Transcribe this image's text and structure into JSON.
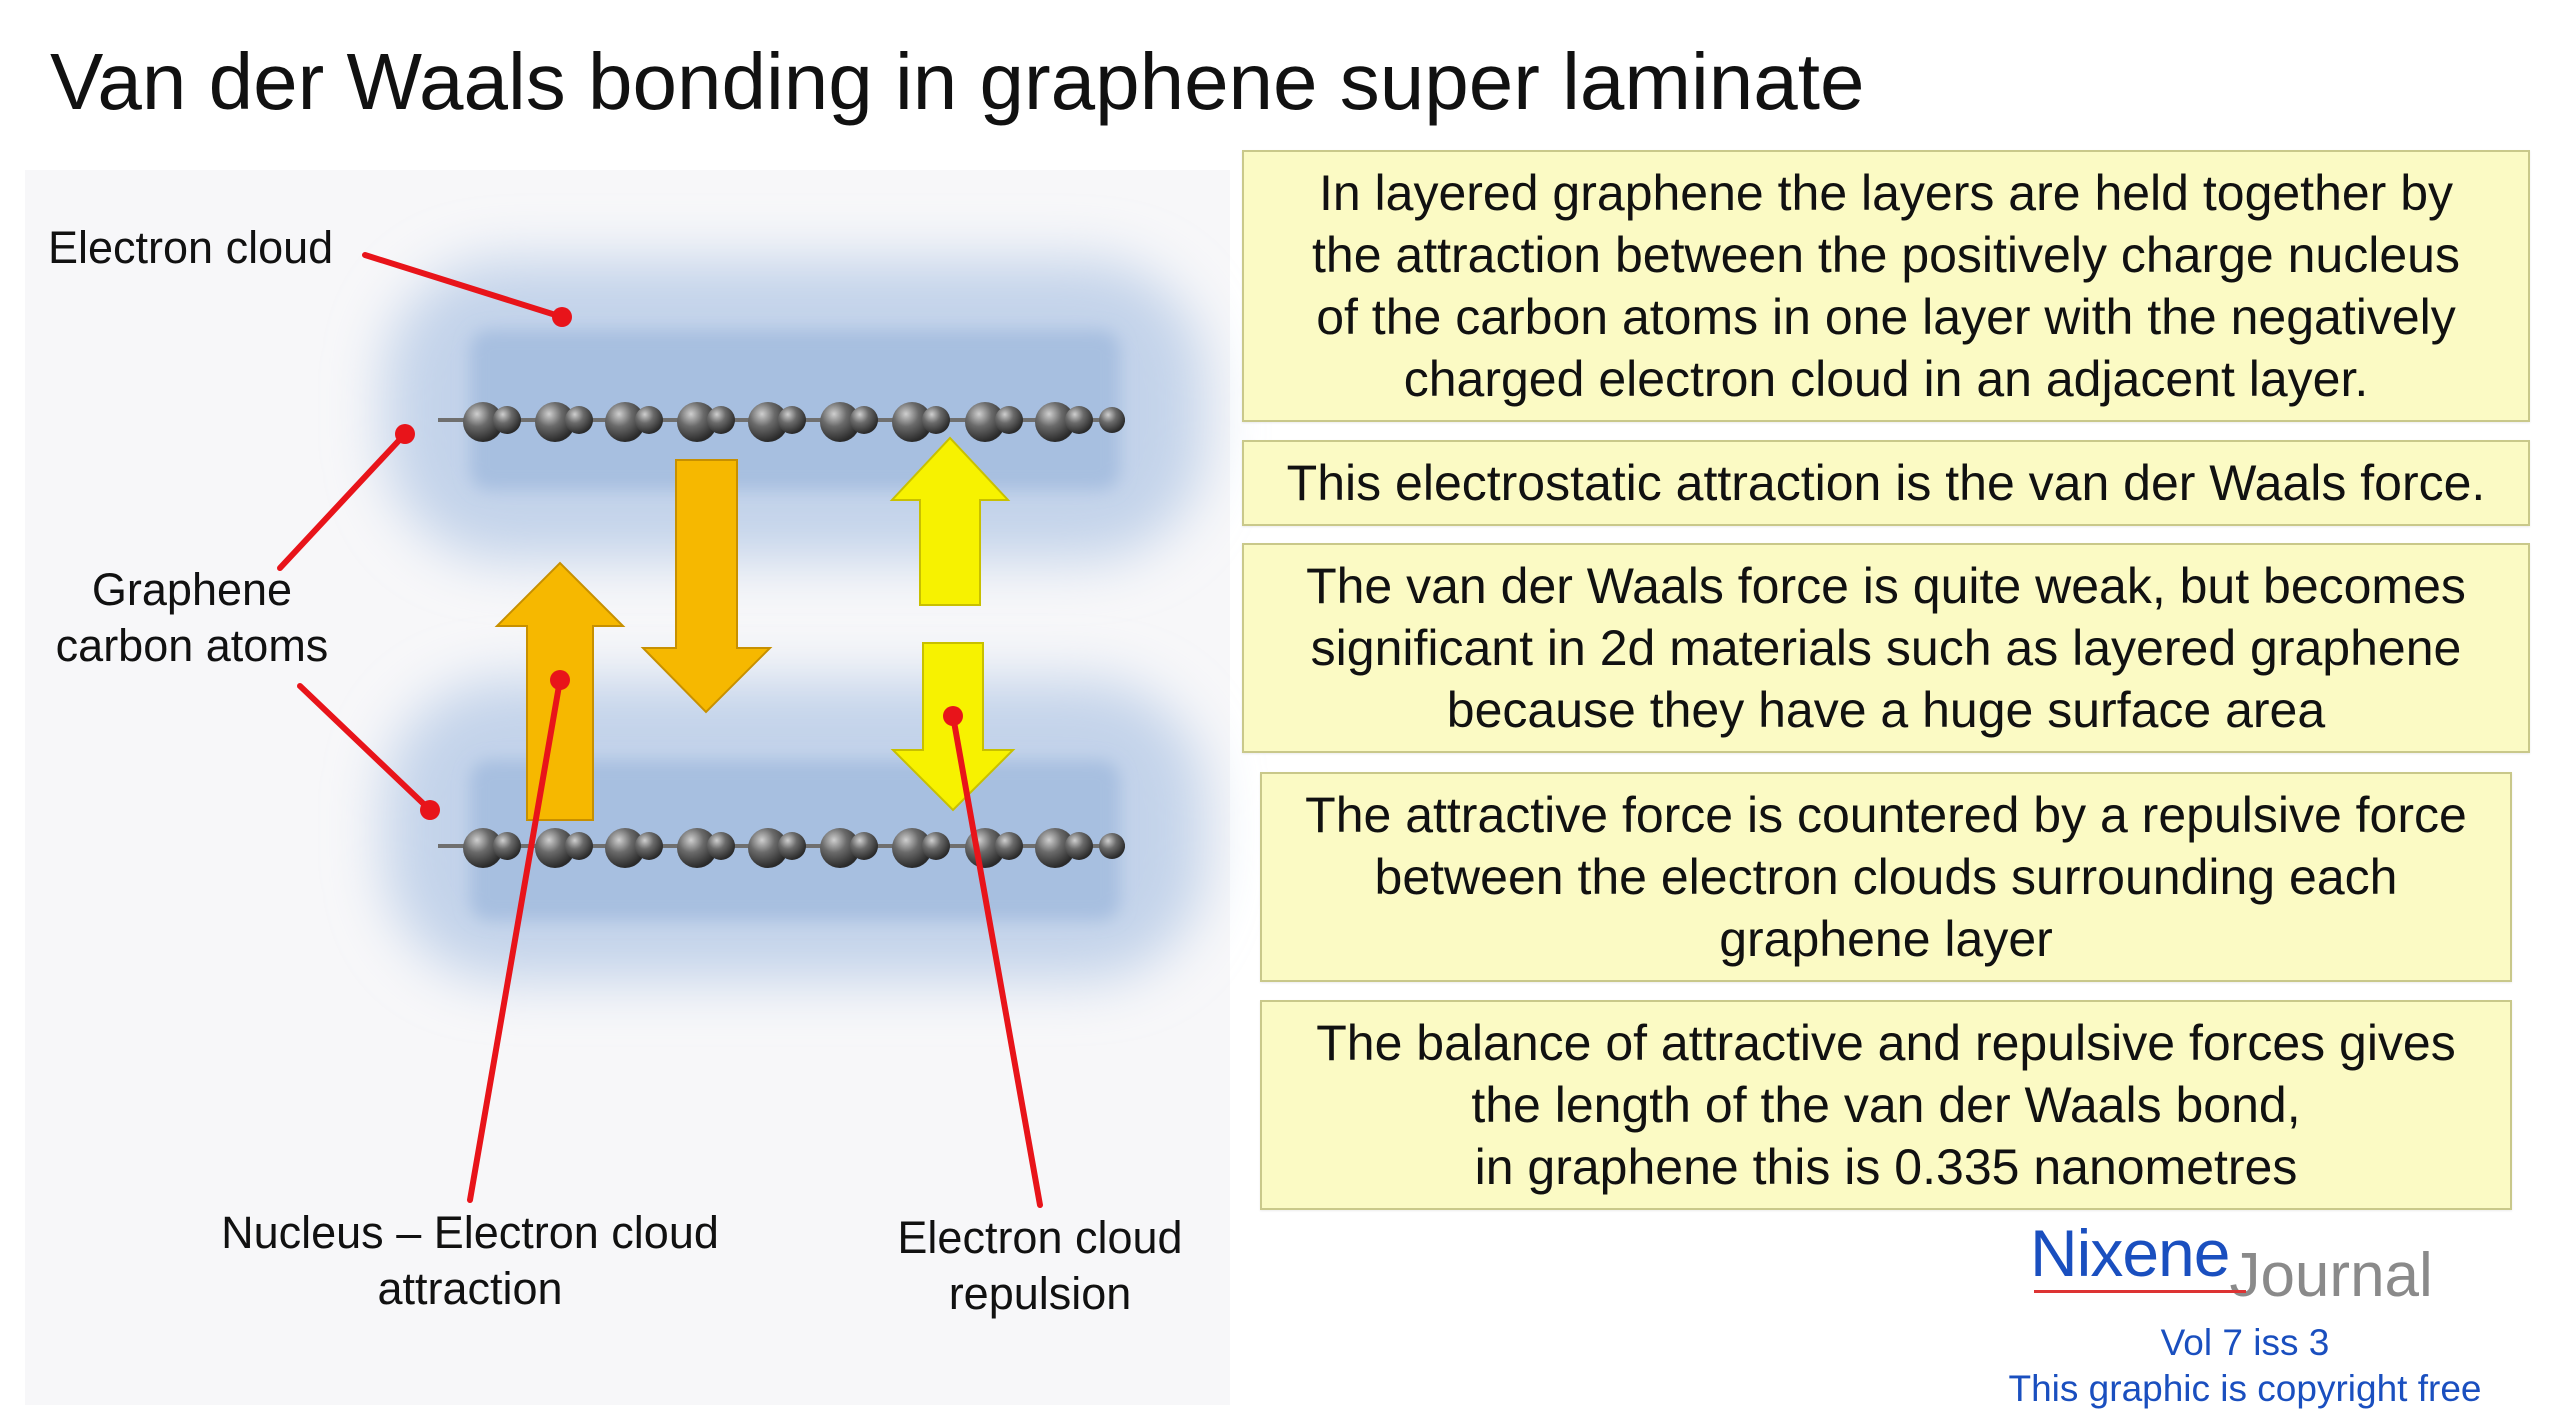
{
  "title": "Van der Waals bonding in graphene super laminate",
  "labels": {
    "electron_cloud": "Electron cloud",
    "graphene_line1": "Graphene",
    "graphene_line2": "carbon atoms",
    "nucleus_line1": "Nucleus – Electron cloud",
    "nucleus_line2": "attraction",
    "repulsion_line1": "Electron cloud",
    "repulsion_line2": "repulsion"
  },
  "boxes": [
    {
      "lines": [
        "In layered graphene the layers are held together by",
        "the attraction between the positively charge nucleus",
        "of the carbon atoms in one layer with the negatively",
        "charged electron cloud in an adjacent layer."
      ]
    },
    {
      "lines": [
        "This electrostatic attraction is the van der Waals force."
      ]
    },
    {
      "lines": [
        "The van der Waals force is quite weak, but becomes",
        "significant in 2d materials such as layered graphene",
        "because they have a huge surface area"
      ]
    },
    {
      "lines": [
        "The attractive force is countered by a repulsive force",
        "between the electron clouds surrounding each",
        "graphene layer"
      ]
    },
    {
      "lines": [
        "The balance of attractive and repulsive forces gives",
        "the length of the van der Waals bond,",
        "in graphene this is 0.335 nanometres"
      ]
    }
  ],
  "brand": {
    "name": "Nixene",
    "journal": "Journal",
    "volume": "Vol 7 iss 3",
    "copyright": "This graphic is copyright free"
  },
  "colors": {
    "cloud": "#a7bfe0",
    "atom": "#5a5a5a",
    "attraction_arrow": "#f6b800",
    "repulsion_arrow": "#f7f200",
    "pointer": "#e8141a",
    "box_fill": "#fbfac4",
    "brand_blue": "#1a4fbf"
  }
}
